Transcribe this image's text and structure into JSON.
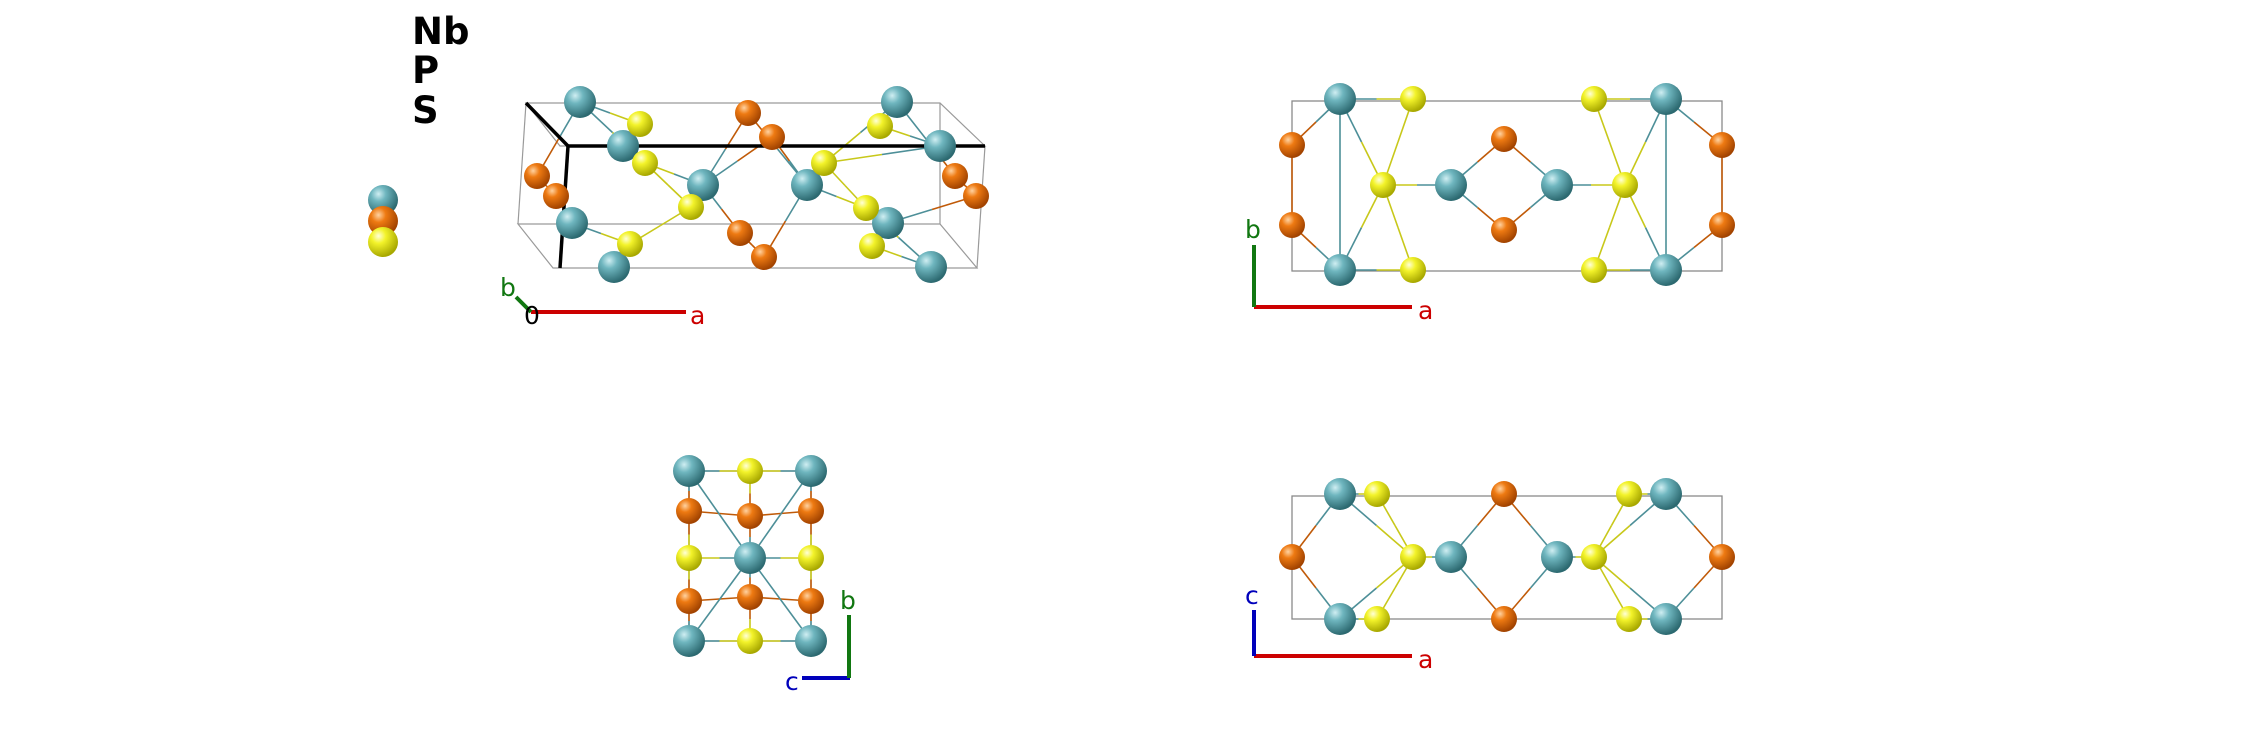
{
  "legend": {
    "elements": [
      {
        "symbol": "Nb",
        "color": "#5fa9b3"
      },
      {
        "symbol": "P",
        "color": "#e36a0a"
      },
      {
        "symbol": "S",
        "color": "#eded1e"
      }
    ]
  },
  "axes": {
    "a": {
      "label": "a",
      "color": "#cc0000"
    },
    "b": {
      "label": "b",
      "color": "#117711"
    },
    "c": {
      "label": "c",
      "color": "#0000bb"
    },
    "origin": {
      "label": "0",
      "color": "#000000"
    }
  },
  "views": [
    {
      "id": "perspective",
      "axes": [
        "a",
        "b",
        "0"
      ]
    },
    {
      "id": "c-axis-view",
      "axes": [
        "a",
        "b"
      ]
    },
    {
      "id": "a-axis-view",
      "axes": [
        "c",
        "b"
      ]
    },
    {
      "id": "b-axis-view",
      "axes": [
        "a",
        "c"
      ]
    }
  ]
}
